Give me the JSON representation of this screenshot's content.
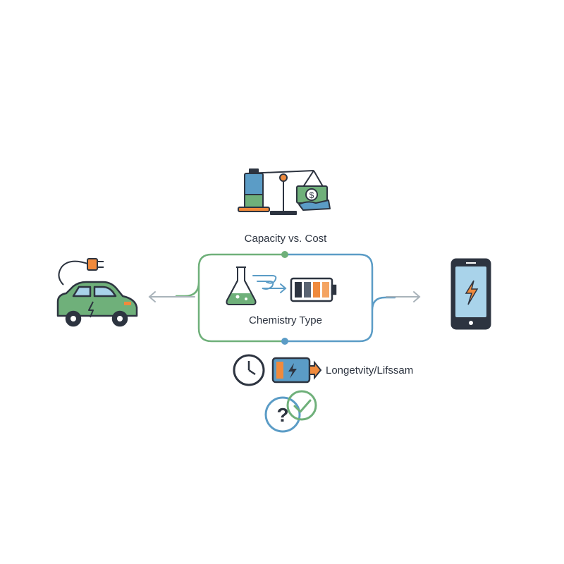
{
  "labels": {
    "capacity": "Capacity vs. Cost",
    "chemistry": "Chemistry Type",
    "longevity": "Longetvity/Lifssam"
  },
  "icons": {
    "scale": "balance-scale-icon",
    "flask": "flask-icon",
    "battery": "battery-icon",
    "car": "electric-car-icon",
    "plug": "plug-icon",
    "phone": "smartphone-icon",
    "clock": "clock-icon",
    "charging": "charging-battery-icon",
    "question_check": "question-check-icon"
  },
  "colors": {
    "outline": "#2d3440",
    "green": "#6fb07a",
    "blue": "#5b9cc6",
    "orange": "#f08a3c",
    "gray": "#a9b3ba"
  }
}
